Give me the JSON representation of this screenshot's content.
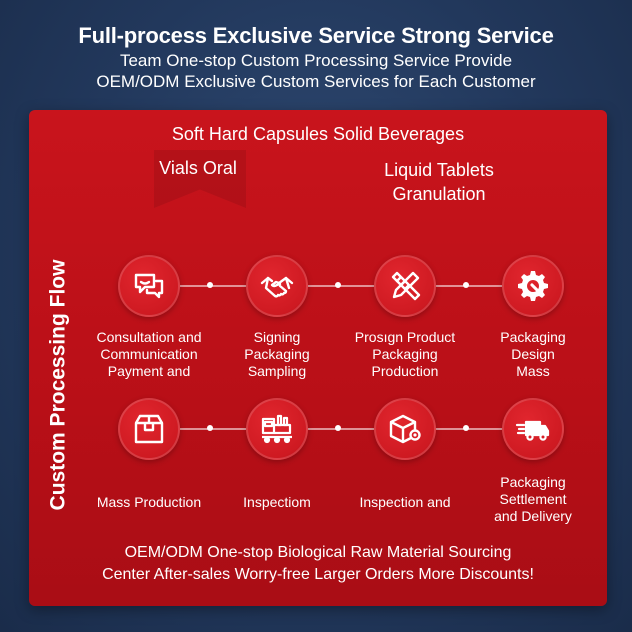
{
  "header": {
    "title": "Full-process Exclusive Service Strong Service",
    "subtitle_line1": "Team One-stop Custom Processing Service Provide",
    "subtitle_line2": "OEM/ODM Exclusive Custom Services for Each Customer"
  },
  "products": {
    "top": "Soft Hard Capsules Solid Beverages",
    "left": "Vials Oral",
    "right_line1": "Liquid Tablets",
    "right_line2": "Granulation"
  },
  "side_label": "Custom Processing Flow",
  "steps_row1": [
    {
      "icon": "chat-icon",
      "lines": [
        "Consultation and",
        "Communication",
        "Payment and"
      ]
    },
    {
      "icon": "handshake-icon",
      "lines": [
        "Signing",
        "Packaging",
        "Sampling"
      ]
    },
    {
      "icon": "design-tools-icon",
      "lines": [
        "Prosıgn Product",
        "Packaging",
        "Production"
      ]
    },
    {
      "icon": "gear-wrench-icon",
      "lines": [
        "Packaging",
        "Design",
        "Mass"
      ]
    }
  ],
  "steps_row2": [
    {
      "icon": "box-icon",
      "lines": [
        "Mass Production"
      ]
    },
    {
      "icon": "factory-machine-icon",
      "lines": [
        "Inspectiom"
      ]
    },
    {
      "icon": "box-gear-icon",
      "lines": [
        "Inspection and"
      ]
    },
    {
      "icon": "delivery-truck-icon",
      "lines": [
        "Packaging",
        "Settlement",
        "and Delivery"
      ]
    }
  ],
  "footer": {
    "line1": "OEM/ODM One-stop Biological Raw Material Sourcing",
    "line2": "Center After-sales Worry-free Larger Orders More Discounts!"
  },
  "colors": {
    "background": "#22385c",
    "panel": "#c1121a",
    "icon_circle": "#d81e26",
    "text": "#ffffff"
  }
}
